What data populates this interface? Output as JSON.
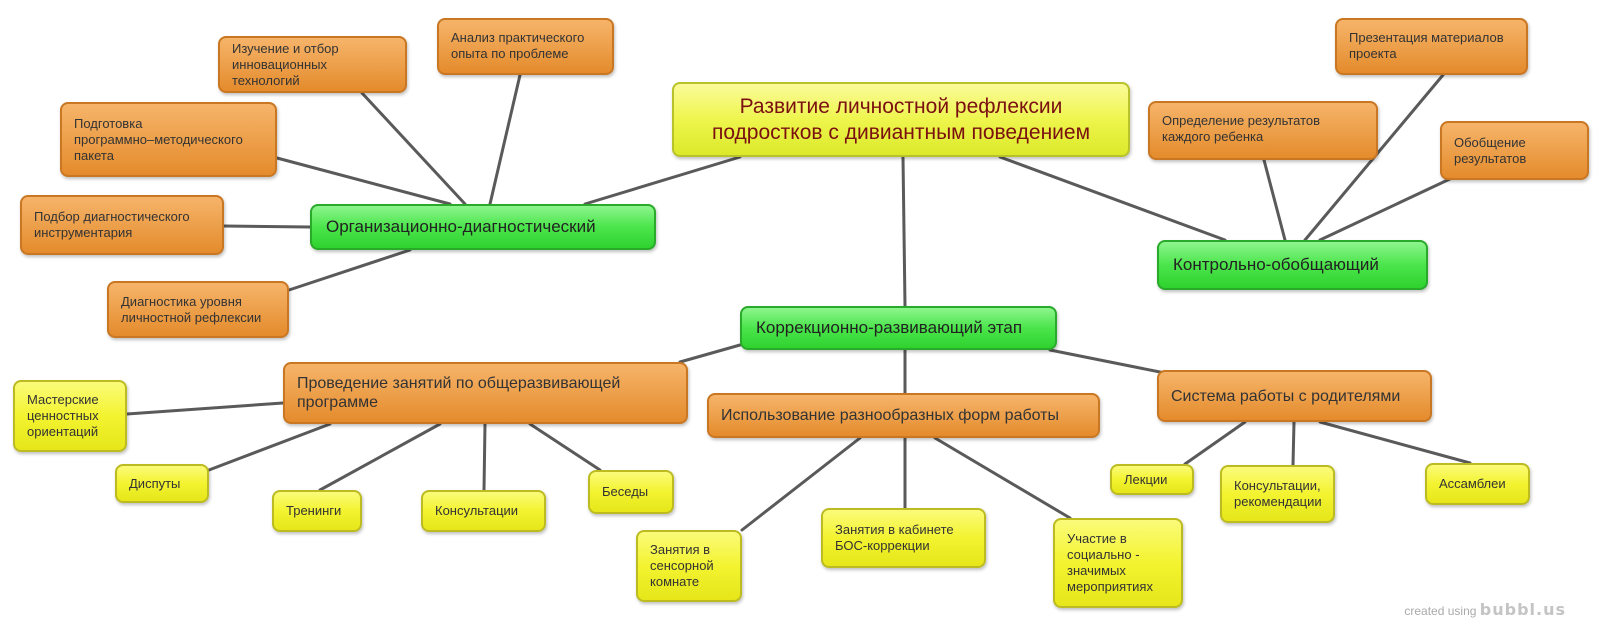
{
  "root": "Развитие личностной рефлексии\nподростков с дивиантным поведением",
  "stages": {
    "org": {
      "label": "Организационно-диагностический",
      "items": [
        "Изучение и отбор\nинновационных технологий",
        "Анализ практического\n опыта по проблеме",
        "Подготовка\n программно–методического\nпакета",
        "Подбор диагностического\nинструментария",
        "Диагностика уровня\n личностной рефлексии"
      ]
    },
    "control": {
      "label": "Контрольно-обобщающий",
      "items": [
        "Определение результатов\nкаждого ребенка",
        "Презентация материалов\n проекта",
        "Обобщение\n результатов"
      ]
    },
    "correction": {
      "label": "Коррекционно-развивающий этап",
      "branches": [
        {
          "label": "Проведение занятий по общеразвивающей\nпрограмме",
          "items": [
            "Мастерские\nценностных\nориентаций",
            "Диспуты",
            "Тренинги",
            "Консультации",
            "Беседы"
          ]
        },
        {
          "label": "Использование разнообразных форм работы",
          "items": [
            "Занятия в\nсенсорной\nкомнате",
            "Занятия в кабинете\nБОС-коррекции",
            "Участие в\nсоциально -\n значимых\nмероприятиях"
          ]
        },
        {
          "label": "Система работы с родителями",
          "items": [
            "Лекции",
            "Консультации,\nрекомендации",
            "Ассамблеи"
          ]
        }
      ]
    }
  },
  "watermark": {
    "prefix": "created using",
    "brand": "bubbl.us"
  }
}
